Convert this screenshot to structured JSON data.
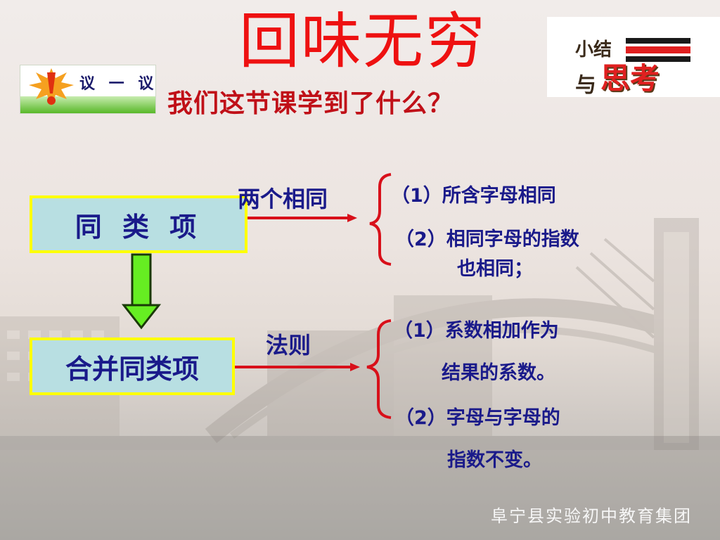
{
  "slide": {
    "title": "回味无穷",
    "subtitle": "我们这节课学到了什么？",
    "badge_left_text": "议 一 议",
    "badge_right_text_small": "小结",
    "badge_right_text_small2": "与",
    "badge_right_text_big": "思考"
  },
  "concepts": {
    "like_terms": {
      "label": "同 类 项",
      "arrow_label": "两个相同",
      "rules": [
        "（1）所含字母相同",
        "（2）相同字母的指数",
        "也相同；"
      ]
    },
    "combine_like_terms": {
      "label": "合并同类项",
      "arrow_label": "法则",
      "rules": [
        "（1）系数相加作为",
        "结果的系数。",
        "（2）字母与字母的",
        "指数不变。"
      ]
    }
  },
  "footer": {
    "watermark": "阜宁县实验初中教育集团"
  },
  "colors": {
    "title_red": "#ee1111",
    "subtitle_red": "#c01018",
    "text_blue": "#1a1a8a",
    "box_fill": "#b8dfe2",
    "box_border": "#ffff00",
    "connector_red": "#d8101a",
    "down_arrow_green": "#66ee22"
  },
  "icons": {
    "exclamation": "exclamation-icon",
    "down_arrow": "arrow-down-icon",
    "right_arrow": "arrow-right-icon",
    "brace": "curly-brace-icon"
  }
}
